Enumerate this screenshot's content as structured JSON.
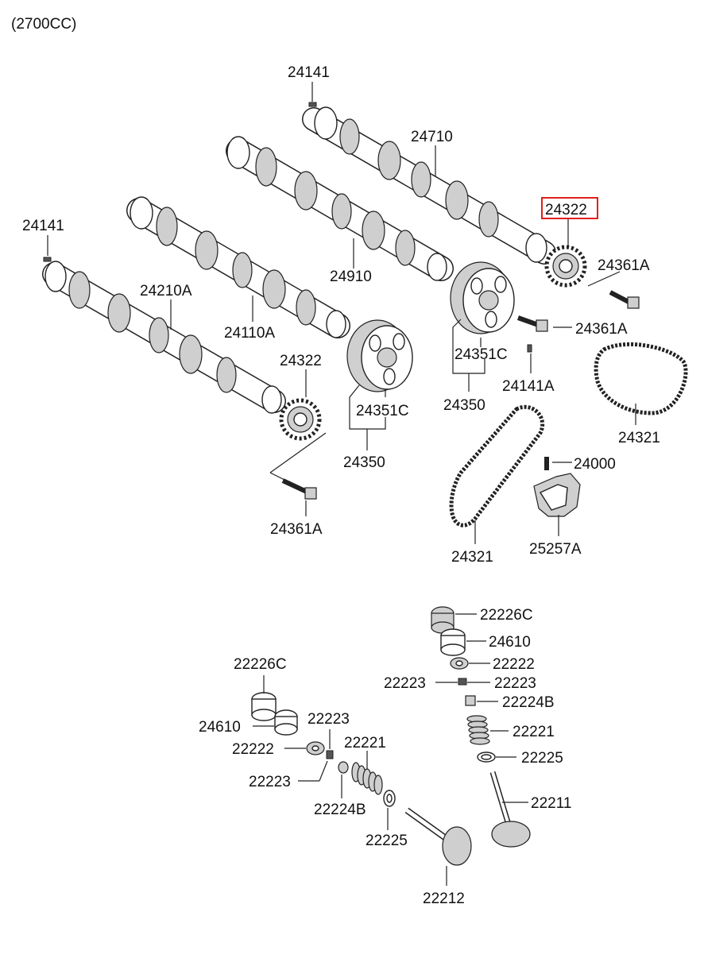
{
  "title": "(2700CC)",
  "highlight_part": "24322",
  "labels": {
    "l_24141_top": "24141",
    "l_24710": "24710",
    "l_24322_top": "24322",
    "l_24361A_r1": "24361A",
    "l_24141_left": "24141",
    "l_24910": "24910",
    "l_24210A": "24210A",
    "l_24110A": "24110A",
    "l_24361A_r2": "24361A",
    "l_24351C_r": "24351C",
    "l_24322_left": "24322",
    "l_24141A": "24141A",
    "l_24351C_l": "24351C",
    "l_24350_r": "24350",
    "l_24321_r": "24321",
    "l_24350_l": "24350",
    "l_24000": "24000",
    "l_24361A_bot": "24361A",
    "l_24321_c": "24321",
    "l_25257A": "25257A",
    "l_22226C_r": "22226C",
    "l_24610_r": "24610",
    "l_22222_r": "22222",
    "l_22223_rl": "22223",
    "l_22223_rr": "22223",
    "l_22224B_r": "22224B",
    "l_22221_r": "22221",
    "l_22225_r": "22225",
    "l_22211": "22211",
    "l_22226C_l": "22226C",
    "l_24610_l": "24610",
    "l_22223_lt": "22223",
    "l_22222_l": "22222",
    "l_22221_l": "22221",
    "l_22223_lb": "22223",
    "l_22224B_l": "22224B",
    "l_22225_l": "22225",
    "l_22212": "22212"
  },
  "colors": {
    "highlight": "#e0201b",
    "line": "#222222"
  }
}
